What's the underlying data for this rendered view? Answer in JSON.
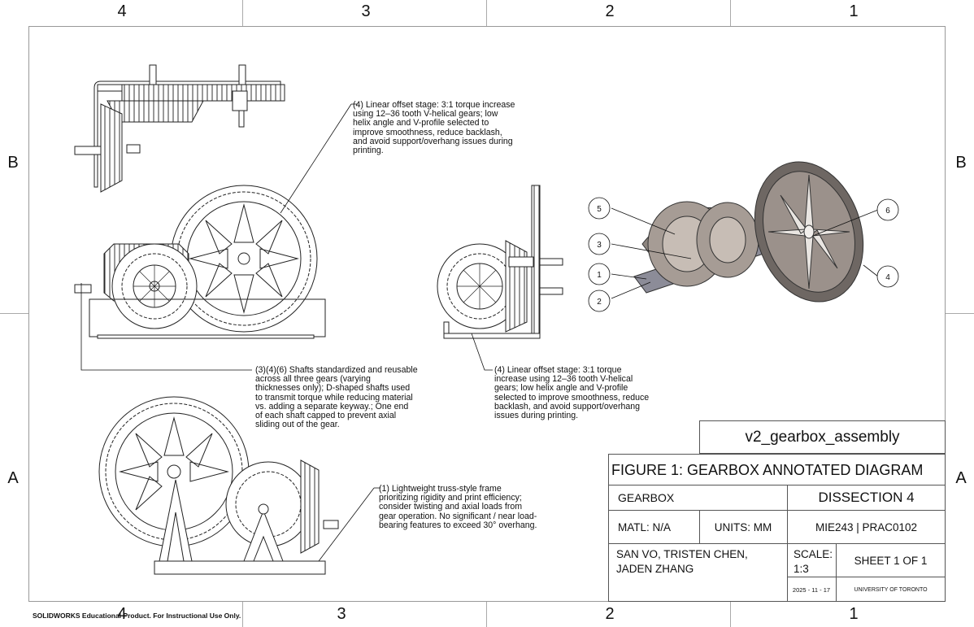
{
  "zones": {
    "top": [
      "4",
      "3",
      "2",
      "1"
    ],
    "bottom": [
      "4",
      "3",
      "2",
      "1"
    ],
    "left": [
      "B",
      "A"
    ],
    "right": [
      "B",
      "A"
    ]
  },
  "notes": {
    "n_top": "(4) Linear offset stage: 3:1 torque increase using 12–36 tooth V-helical gears; low helix angle and V-profile selected to improve smoothness, reduce backlash, and avoid support/overhang issues during printing.",
    "n_mid_left": "(3)(4)(6) Shafts standardized and reusable across all three gears (varying thicknesses only); D-shaped shafts used to transmit torque while reducing material vs. adding a separate keyway.; One end of each shaft capped to prevent axial sliding out of the gear.",
    "n_mid_right": "(4) Linear offset stage: 3:1 torque increase using 12–36 tooth V-helical gears; low helix angle and V-profile selected to improve smoothness, reduce backlash, and avoid support/overhang issues during printing.",
    "n_bottom": "(1) Lightweight truss-style frame prioritizing rigidity and print efficiency; consider twisting and axial loads from gear operation. No significant / near load-bearing features to exceed 30° overhang."
  },
  "balloons": [
    "1",
    "2",
    "3",
    "4",
    "5",
    "6"
  ],
  "title_block": {
    "drawing_name": "v2_gearbox_assembly",
    "title": "FIGURE 1: GEARBOX ANNOTATED DIAGRAM",
    "part": "GEARBOX",
    "dissection": "DISSECTION 4",
    "matl": "MATL: N/A",
    "units": "UNITS: MM",
    "course": "MIE243 | PRAC0102",
    "authors_line1": "SAN VO, TRISTEN CHEN,",
    "authors_line2": "JADEN ZHANG",
    "scale_label": "SCALE:",
    "scale_value": "1:3",
    "sheet": "SHEET 1 OF 1",
    "date": "2025 - 11 - 17",
    "school": "UNIVERSITY OF TORONTO"
  },
  "footer": "SOLIDWORKS Educational Product. For Instructional Use Only."
}
